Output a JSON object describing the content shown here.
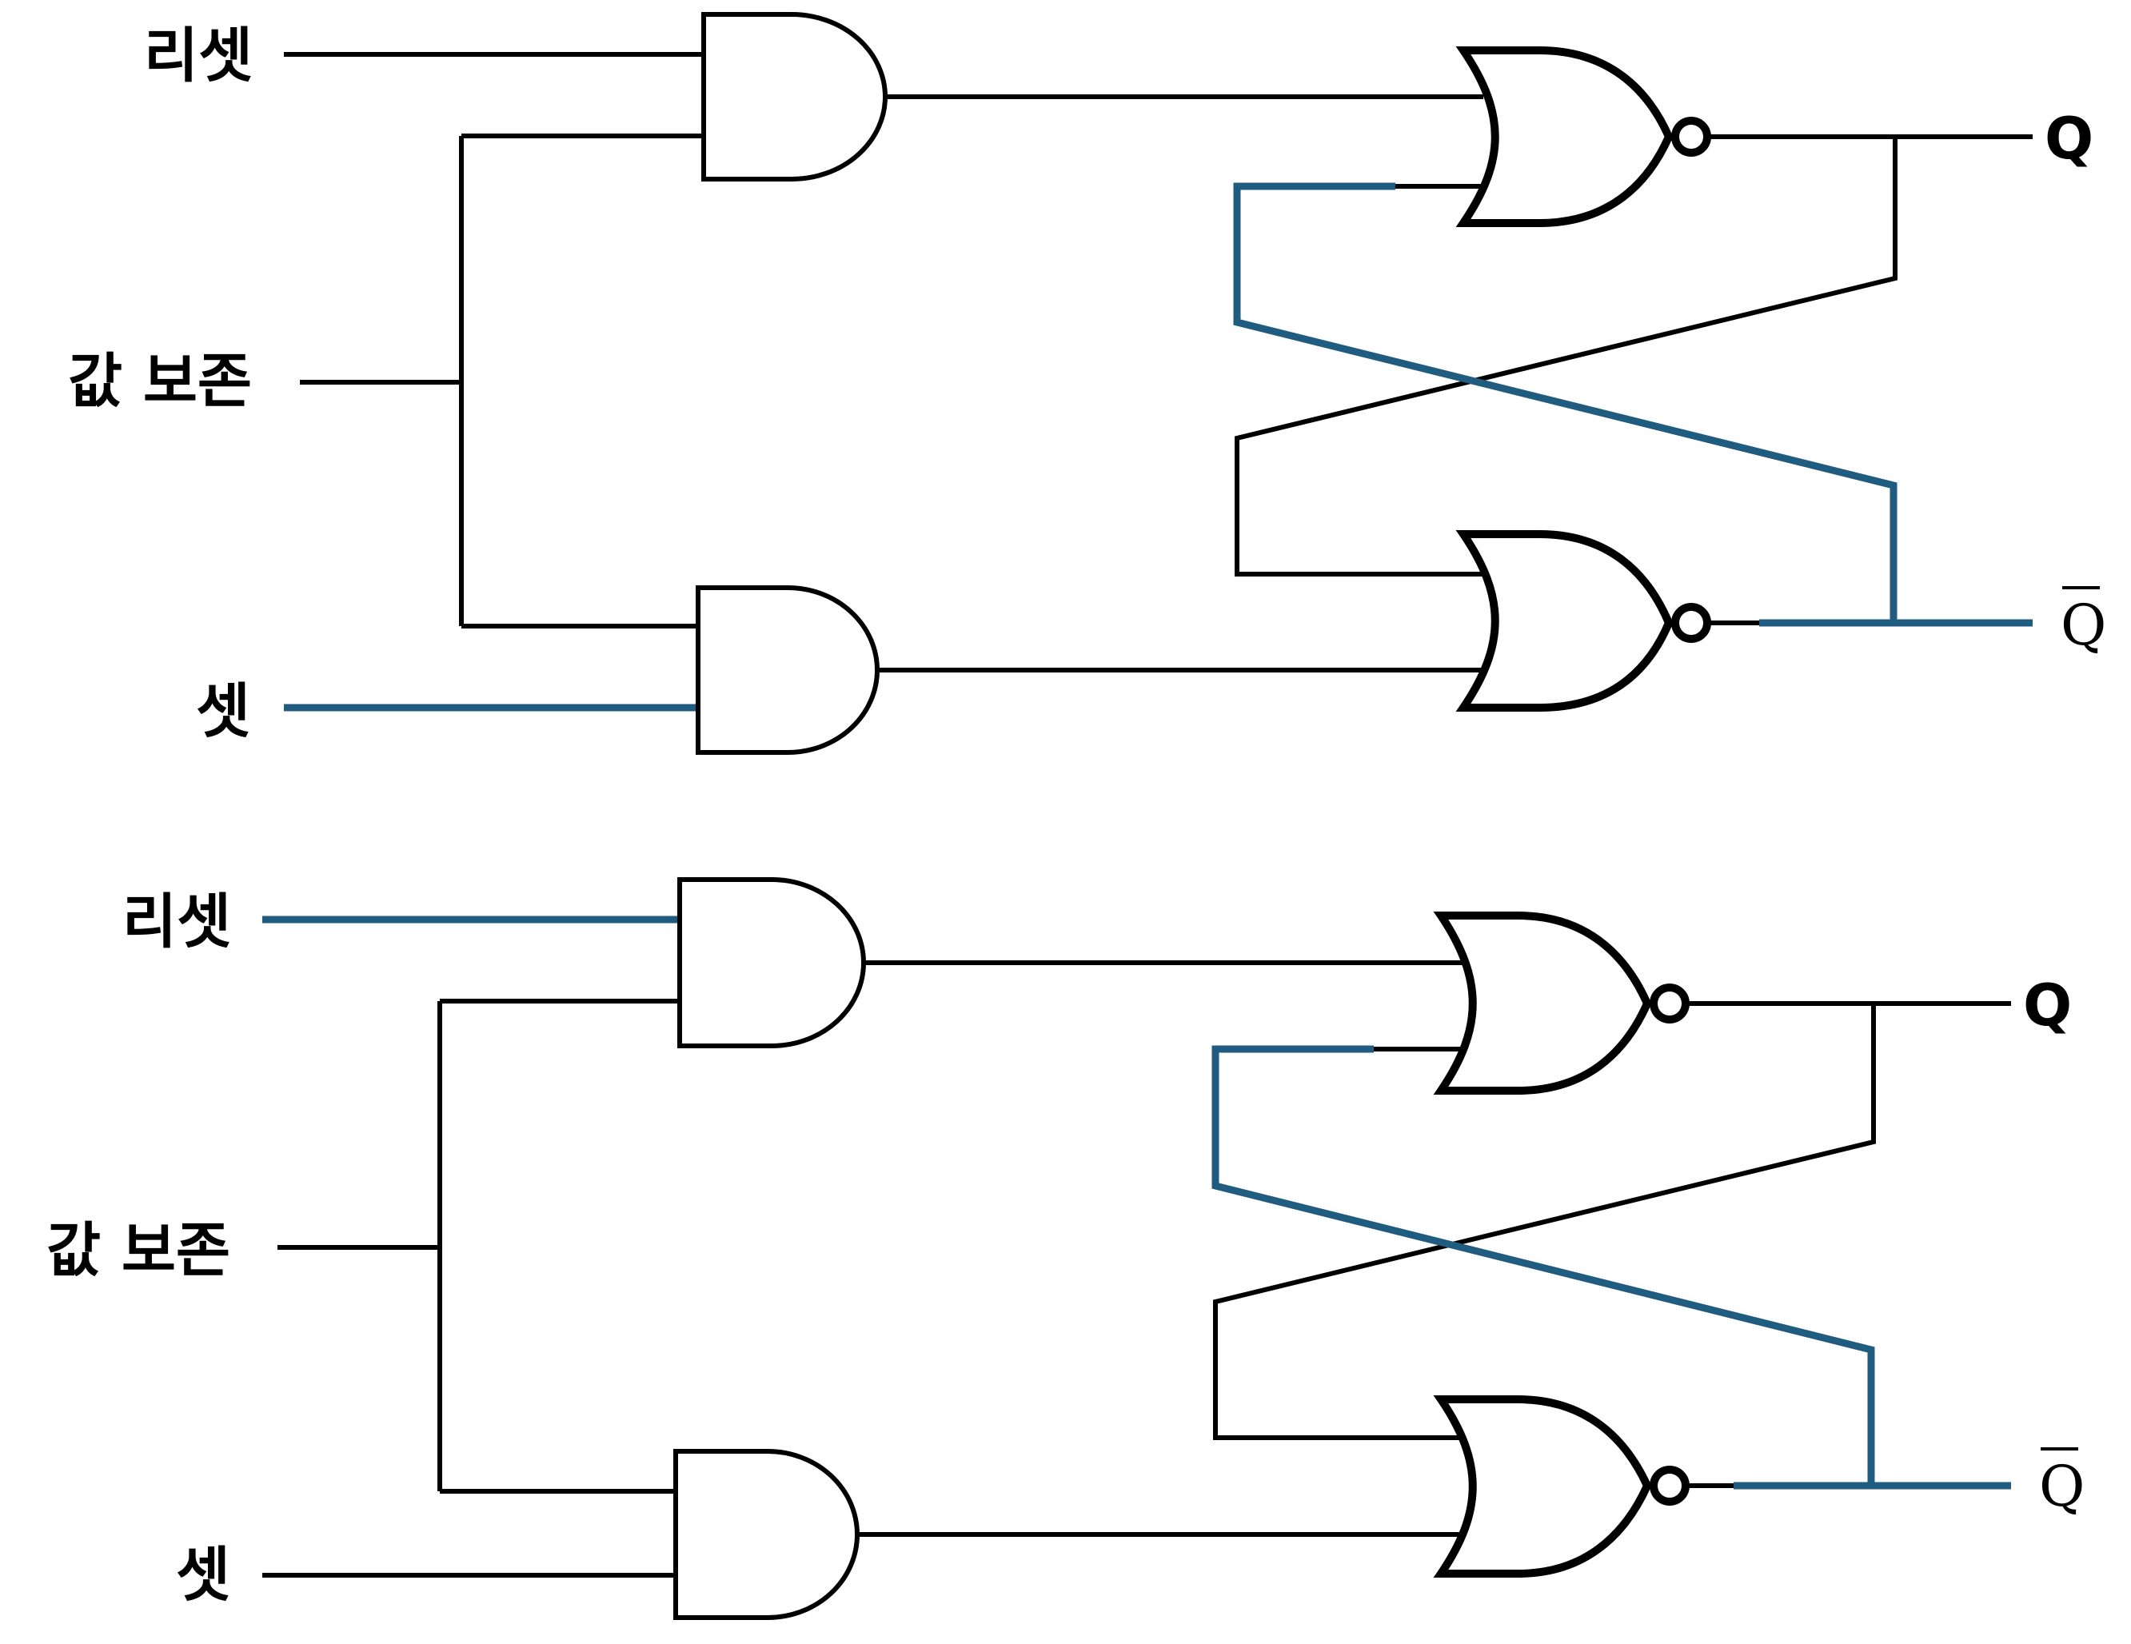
{
  "circuits": [
    {
      "reset_label": "리셋",
      "hold_label": "값 보존",
      "set_label": "셋",
      "q_label": "Q",
      "qbar_label": "Q",
      "highlighted": [
        "set",
        "qbar_feedback"
      ]
    },
    {
      "reset_label": "리셋",
      "hold_label": "값 보존",
      "set_label": "셋",
      "q_label": "Q",
      "qbar_label": "Q",
      "highlighted": [
        "reset",
        "qbar_feedback"
      ]
    }
  ],
  "colors": {
    "wire": "#000000",
    "active_wire": "#1f5c80",
    "background": "#ffffff"
  }
}
